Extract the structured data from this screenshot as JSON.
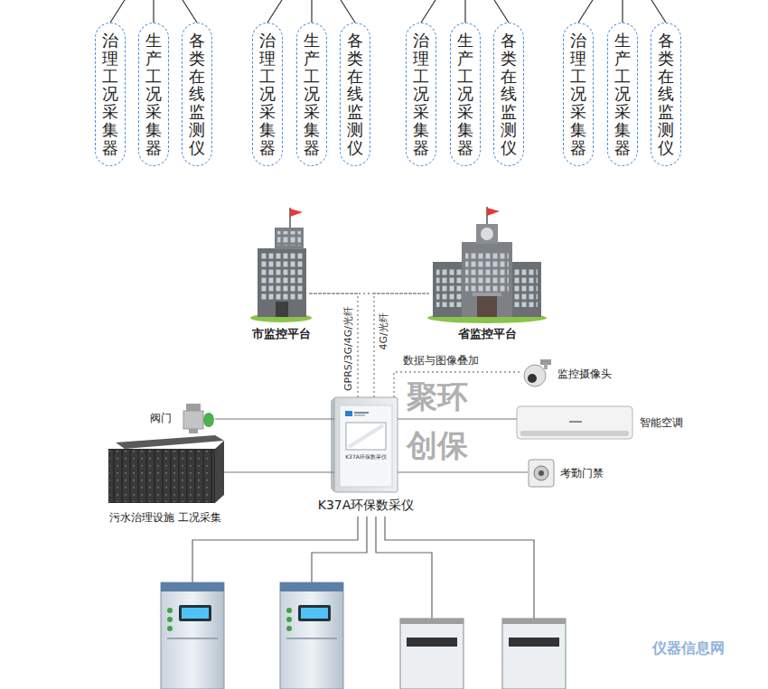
{
  "diagram": {
    "nodes": [
      {
        "text": [
          "治理工况采集器"
        ]
      },
      {
        "text": [
          "生产工况采集器"
        ]
      },
      {
        "text": [
          "各类在线监测仪"
        ]
      },
      {
        "text": [
          "治理工况采集器"
        ]
      },
      {
        "text": [
          "生产工况采集器"
        ]
      },
      {
        "text": [
          "各类在线监测仪"
        ]
      },
      {
        "text": [
          "治理工况采集器"
        ]
      },
      {
        "text": [
          "生产工况采集器"
        ]
      },
      {
        "text": [
          "各类在线监测仪"
        ]
      },
      {
        "text": [
          "治理工况采集器"
        ]
      },
      {
        "text": [
          "生产工况采集器"
        ]
      },
      {
        "text": [
          "各类在线监测仪"
        ]
      },
      {
        "text": [
          "市监控平台"
        ]
      },
      {
        "text": [
          "省监控平台"
        ]
      },
      {
        "text": [
          "监控摄像头"
        ]
      },
      {
        "text": [
          "阀门"
        ]
      },
      {
        "text": [
          "K37A环保数采仪"
        ]
      },
      {
        "text": [
          "智能空调"
        ]
      },
      {
        "text": [
          "考勤门禁"
        ]
      },
      {
        "text": [
          "污水治理设施 工况采集"
        ]
      }
    ],
    "edges": [
      {
        "from": 12,
        "to": 13,
        "arrow": "none"
      },
      {
        "from": 16,
        "to": 12,
        "label": "GPRS/3G/4G/光纤",
        "arrow": "none"
      },
      {
        "from": 16,
        "to": 13,
        "label": "4G/光纤",
        "arrow": "none"
      },
      {
        "from": 16,
        "to": 14,
        "label": "数据与图像叠加",
        "arrow": "none"
      },
      {
        "from": 16,
        "to": 15,
        "arrow": "none"
      },
      {
        "from": 16,
        "to": 17,
        "arrow": "none"
      },
      {
        "from": 16,
        "to": 19,
        "arrow": "none"
      },
      {
        "from": 16,
        "to": 18,
        "arrow": "none"
      }
    ],
    "labels": [
      "K37A环保数采仪",
      "聚环",
      "创保",
      "仪器信息网"
    ]
  }
}
